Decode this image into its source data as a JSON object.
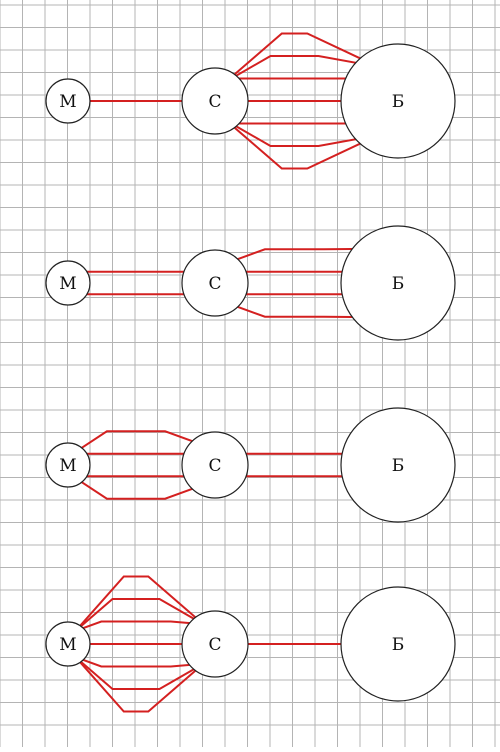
{
  "colors": {
    "background": "#ffffff",
    "grid": "#b4b4b4",
    "connection": "#d42020",
    "node_stroke": "#222222",
    "node_fill": "#ffffff"
  },
  "node_labels": {
    "m": "М",
    "s": "С",
    "b": "Б"
  },
  "diagrams": [
    {
      "m_to_s_lines": 1,
      "s_to_b_lines": 7
    },
    {
      "m_to_s_lines": 2,
      "s_to_b_lines": 4
    },
    {
      "m_to_s_lines": 4,
      "s_to_b_lines": 2
    },
    {
      "m_to_s_lines": 7,
      "s_to_b_lines": 1
    }
  ]
}
